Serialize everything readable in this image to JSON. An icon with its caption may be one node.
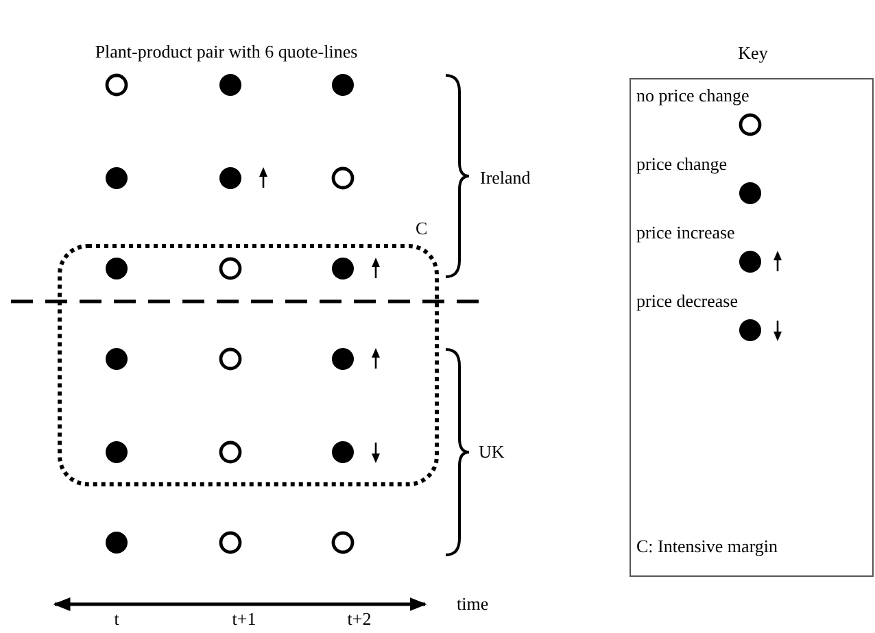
{
  "diagram": {
    "title": "Plant-product pair with 6 quote-lines",
    "nodes": [
      {
        "text": [
          "C"
        ]
      },
      {
        "text": [
          "Key"
        ]
      }
    ],
    "edges": [],
    "labels": [
      "Ireland",
      "UK",
      "t",
      "t+1",
      "t+2",
      "time",
      "C: Intensive margin"
    ],
    "legend": [
      {
        "text": "no price change"
      },
      {
        "text": "price change"
      },
      {
        "text": "price increase"
      },
      {
        "text": "price decrease"
      }
    ]
  }
}
